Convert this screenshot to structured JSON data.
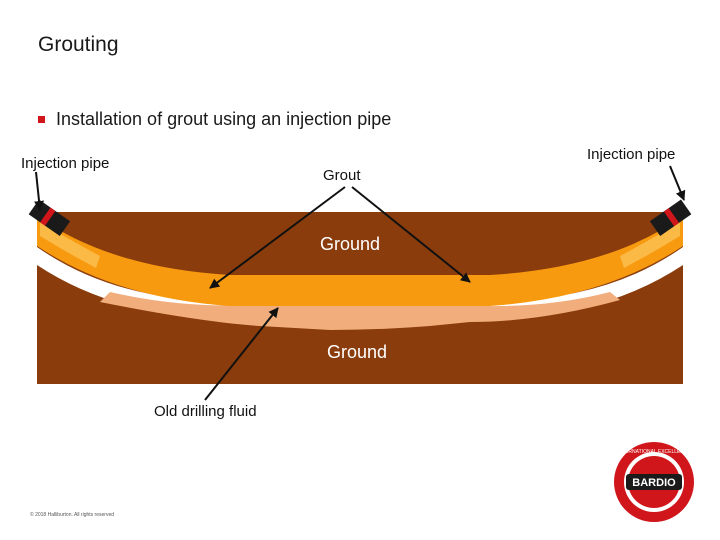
{
  "slide": {
    "title": "Grouting",
    "bullet": "Installation of grout using an injection pipe",
    "footer_copyright": "© 2018 Halliburton. All rights reserved"
  },
  "diagram": {
    "labels": {
      "injection_pipe_left": "Injection pipe",
      "injection_pipe_right": "Injection pipe",
      "grout": "Grout",
      "ground_upper": "Ground",
      "ground_lower": "Ground",
      "old_drilling_fluid": "Old drilling fluid"
    },
    "colors": {
      "ground": "#8a3c0c",
      "grout": "#f79a10",
      "grout_highlight": "#fbb945",
      "old_drilling_fluid": "#f1ad7b",
      "pipe_end": "#1a1a1a",
      "pipe_band": "#d0161b",
      "accent_bullet": "#d0161b"
    }
  },
  "logo": {
    "brand_text": "BARDIO",
    "ring_text": "INTERNATIONAL EXCELLENCE"
  }
}
